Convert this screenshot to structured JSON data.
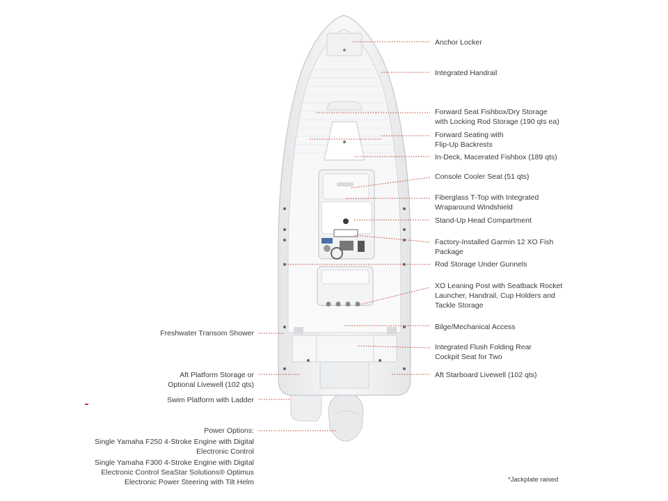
{
  "accent_color": "#c0392b",
  "right_callouts": [
    {
      "lines": [
        "Anchor Locker"
      ]
    },
    {
      "lines": [
        "Integrated Handrail"
      ]
    },
    {
      "lines": [
        "Forward Seat Fishbox/Dry Storage",
        "with Locking Rod Storage (190 qts ea)"
      ]
    },
    {
      "lines": [
        "Forward Seating with",
        "Flip-Up Backrests"
      ]
    },
    {
      "lines": [
        "In-Deck, Macerated Fishbox (189 qts)"
      ]
    },
    {
      "lines": [
        "Console Cooler Seat (51 qts)"
      ]
    },
    {
      "lines": [
        "Fiberglass T-Top with Integrated",
        "Wraparound Windshield"
      ]
    },
    {
      "lines": [
        "Stand-Up Head Compartment"
      ]
    },
    {
      "lines": [
        "Factory-Installed Garmin 12 XO Fish",
        "Package"
      ]
    },
    {
      "lines": [
        "Rod Storage Under Gunnels"
      ]
    },
    {
      "lines": [
        "XO Leaning Post with Seatback Rocket",
        "Launcher, Handrail, Cup Holders and",
        "Tackle Storage"
      ]
    },
    {
      "lines": [
        "Bilge/Mechanical Access"
      ]
    },
    {
      "lines": [
        "Integrated Flush Folding Rear",
        "Cockpit Seat for Two"
      ]
    },
    {
      "lines": [
        "Aft Starboard Livewell (102 qts)"
      ]
    }
  ],
  "left_callouts": [
    {
      "lines": [
        "Freshwater Transom Shower"
      ]
    },
    {
      "lines": [
        "Aft Platform Storage or",
        "Optional Livewell (102 qts)"
      ]
    },
    {
      "lines": [
        "Swim Platform with Ladder"
      ]
    },
    {
      "lines": [
        "Power Options:",
        "Single Yamaha F250 4-Stroke Engine with Digital",
        "Electronic Control",
        "Single Yamaha F300 4-Stroke Engine with Digital",
        "Electronic Control SeaStar Solutions® Optimus",
        "Electronic Power Steering with Tilt Helm"
      ]
    }
  ],
  "footnote": "*Jackplate raised"
}
